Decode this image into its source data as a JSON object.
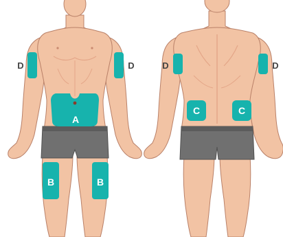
{
  "colors": {
    "skin": "#f2c3a4",
    "skin_shadow": "#e4a688",
    "outline": "#b98068",
    "shorts": "#707070",
    "shorts_dark": "#505050",
    "zone": "#17b3ad",
    "zone_text": "#ffffff",
    "label_text": "#444444"
  },
  "icons": {
    "front_body": "front-body-figure",
    "back_body": "back-body-figure"
  },
  "zones": {
    "abdomen": {
      "letter": "A"
    },
    "thigh_right": {
      "letter": "B"
    },
    "thigh_left": {
      "letter": "B"
    },
    "buttock_left": {
      "letter": "C"
    },
    "buttock_right": {
      "letter": "C"
    },
    "arm_front_right": {
      "letter": "D"
    },
    "arm_front_left": {
      "letter": "D"
    },
    "arm_back_left": {
      "letter": "D"
    },
    "arm_back_right": {
      "letter": "D"
    }
  }
}
